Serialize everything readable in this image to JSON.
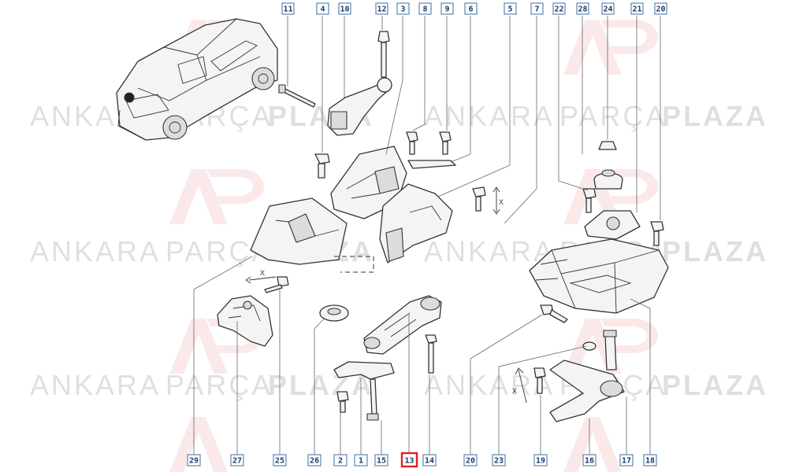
{
  "callouts": [
    "11",
    "4",
    "10",
    "12",
    "3",
    "8",
    "9",
    "6",
    "5",
    "7",
    "22",
    "28",
    "24",
    "21",
    "20",
    "29",
    "27",
    "25",
    "26",
    "2",
    "1",
    "15",
    "13",
    "14",
    "20",
    "23",
    "19",
    "16",
    "17",
    "18"
  ],
  "highlighted": "13",
  "watermark": {
    "word1": "ANKARA",
    "word2": "PARÇA",
    "word3": "PLAZA",
    "logo_color": "#d9272e"
  },
  "axis_label": "X",
  "colors": {
    "callout_border": "#5a87b5",
    "highlight_border": "#e31d24"
  }
}
